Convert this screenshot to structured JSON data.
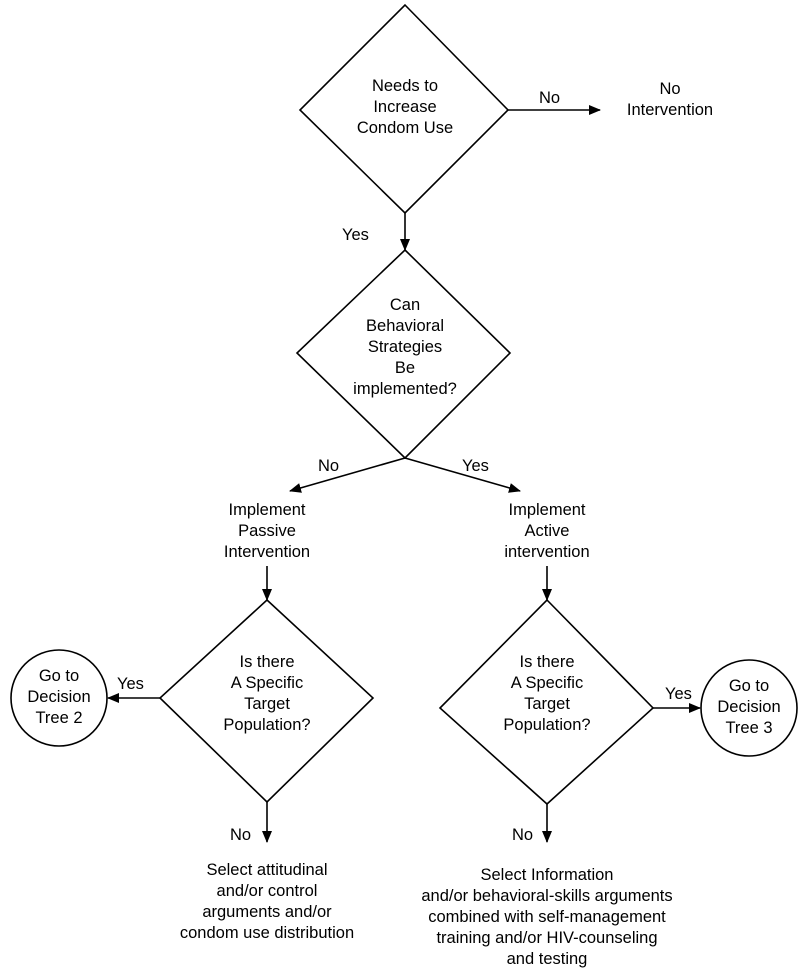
{
  "nodes": {
    "d1": "Needs to\nIncrease\nCondom Use",
    "no_intervention": "No\nIntervention",
    "d2": "Can\nBehavioral\nStrategies\nBe\nimplemented?",
    "passive": "Implement\nPassive\nIntervention",
    "active": "Implement\nActive\nintervention",
    "d3": "Is there\nA Specific\nTarget\nPopulation?",
    "d4": "Is there\nA Specific\nTarget\nPopulation?",
    "tree2": "Go to\nDecision\nTree 2",
    "tree3": "Go to\nDecision\nTree 3",
    "outcome_passive": "Select attitudinal\nand/or control\narguments and/or\ncondom use distribution",
    "outcome_active": "Select Information\nand/or behavioral-skills arguments\ncombined with self-management\ntraining and/or HIV-counseling\nand testing"
  },
  "edges": {
    "d1_no": "No",
    "d1_yes": "Yes",
    "d2_no": "No",
    "d2_yes": "Yes",
    "d3_yes": "Yes",
    "d3_no": "No",
    "d4_yes": "Yes",
    "d4_no": "No"
  }
}
